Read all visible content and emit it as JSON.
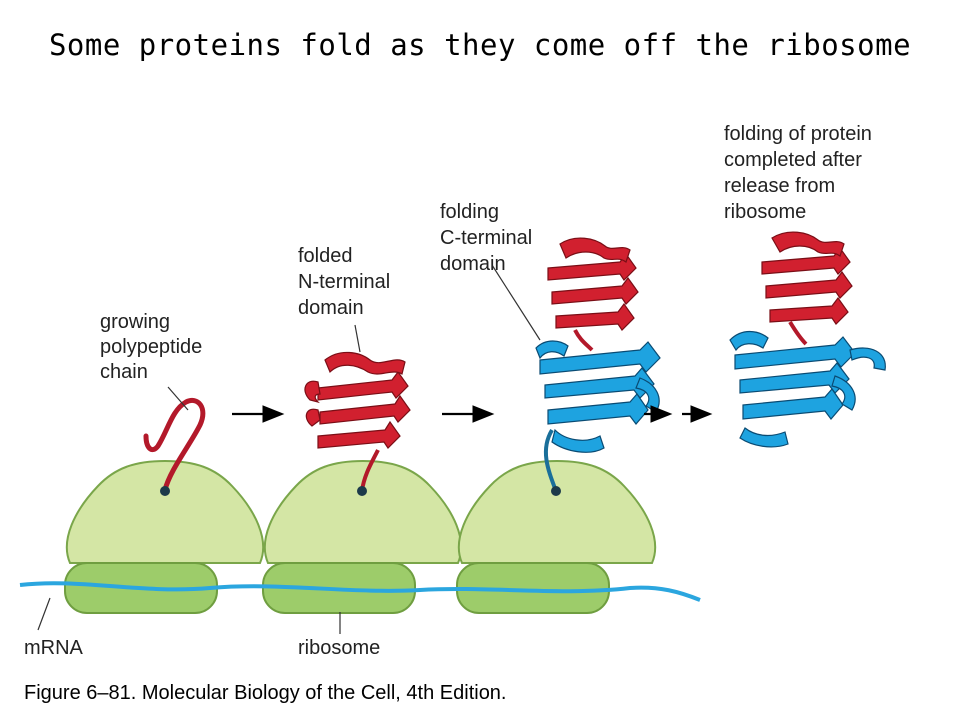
{
  "title": "Some proteins fold as they come off the ribosome",
  "labels": {
    "growing": [
      "growing",
      "polypeptide",
      "chain"
    ],
    "folded_n": [
      "folded",
      "N-terminal",
      "domain"
    ],
    "folding_c": [
      "folding",
      "C-terminal",
      "domain"
    ],
    "completed": [
      "folding of protein",
      "completed after",
      "release from",
      "ribosome"
    ],
    "mrna": "mRNA",
    "ribosome": "ribosome"
  },
  "caption": "Figure 6–81. Molecular Biology of the Cell, 4th Edition.",
  "colors": {
    "ribosome_large": "#d4e6a5",
    "ribosome_small": "#9dcc6a",
    "mrna": "#2ba6df",
    "n_domain": "#d1202f",
    "c_domain": "#1ea3e0",
    "arrow": "#000000"
  }
}
